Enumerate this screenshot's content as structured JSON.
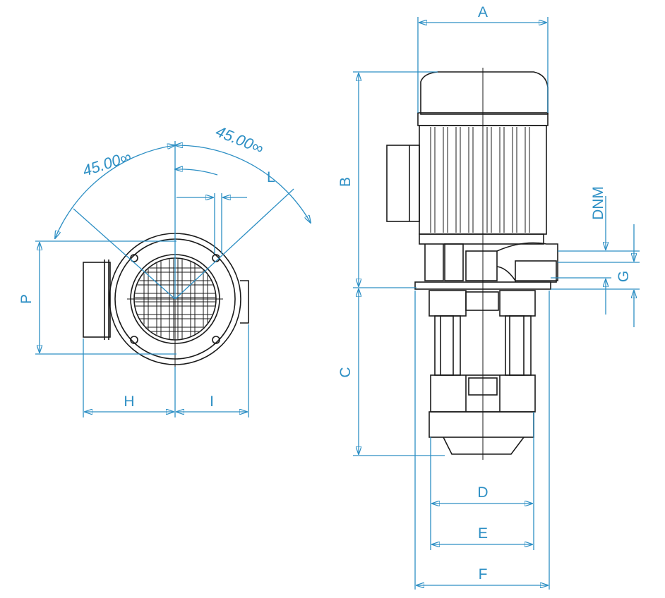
{
  "colors": {
    "dimension": "#2d8fc4",
    "outline": "#1a1a1a",
    "background": "#ffffff"
  },
  "angles": {
    "left": "45.00∞",
    "right": "45.00∞"
  },
  "dims": {
    "A": "A",
    "B": "B",
    "C": "C",
    "D": "D",
    "E": "E",
    "F": "F",
    "G": "G",
    "H": "H",
    "I": "I",
    "L": "L",
    "P": "P",
    "DNM": "DNM"
  }
}
